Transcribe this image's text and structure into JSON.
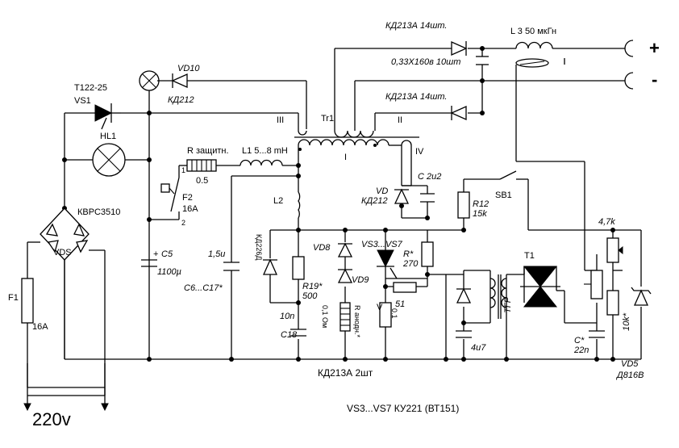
{
  "labels": {
    "vd_top_pos": "КД213А  14шт.",
    "cap_bank": "0,33Х160в 10шт",
    "vd_top_neg": "КД213А  14шт.",
    "l3": "L 3 50 мкГн",
    "plus": "+",
    "minus": "-",
    "t122": "Т122-25",
    "vs1": "VS1",
    "vd10": "VD10",
    "kd212": "КД212",
    "tr1": "Tr1",
    "wind_iii": "III",
    "wind_ii": "II",
    "wind_i": "I",
    "wind_iv": "IV",
    "hl1": "HL1",
    "r_prot": "R защитн.",
    "r_prot_val": "0.5",
    "l1": "L1 5...8 mH",
    "f2": "F2",
    "f2_val": "16A",
    "f2_pin1": "1",
    "f2_pin2": "2",
    "vds_part": "КВРС3510",
    "vds": "VDS",
    "c_iv": "С  2и2",
    "vd_iv": "VD",
    "vd_iv_type": "КД212",
    "r12": "R12",
    "r12_val": "15k",
    "sb1": "SB1",
    "l2": "L2",
    "c5": "C5",
    "c5_plus": "+",
    "c5_val": "1100µ",
    "c6_val": "1,5u",
    "c6": "C6...C17*",
    "kd226": "КД226Д",
    "vd8": "VD8",
    "vd9": "VD9",
    "vs3": "VS3...VS7",
    "r_star": "R*",
    "r_star_val": "270",
    "t1": "T1",
    "pot_val": "4,7k",
    "f1": "F1",
    "f1_val": "16A",
    "r19": "R19*",
    "r19_val": "500",
    "c18_val": "10n",
    "c18": "C18",
    "shunt_val": "0,1 Ом",
    "r_anod": "R анодн.*",
    "r51": "51",
    "v_lbl": "V",
    "v_val": "0.1",
    "tgr": "ТГР",
    "c47": "4u7",
    "c_star": "C*",
    "c_star_val": "22n",
    "r10k": "10k*",
    "vd5": "VD5",
    "vd5_type": "Д816В",
    "kd213_2": "КД213А  2шт",
    "supply": "220v",
    "thyristor_note": "VS3...VS7  КУ221 (ВТ151)"
  }
}
